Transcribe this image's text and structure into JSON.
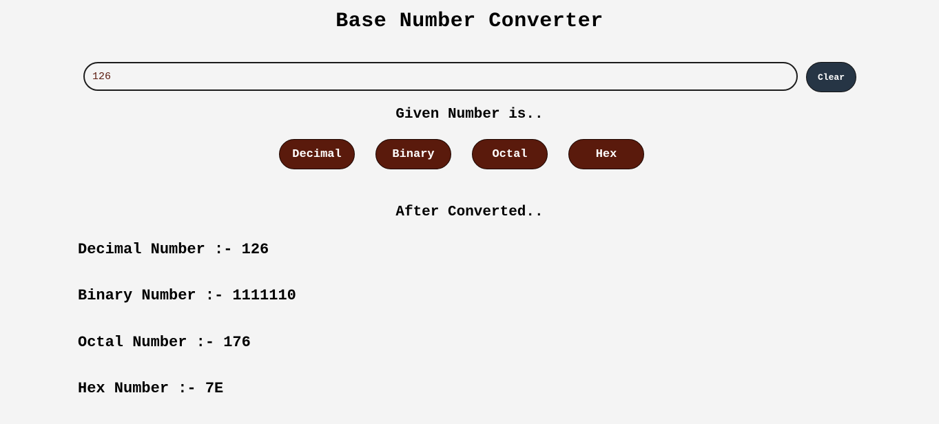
{
  "title": "Base Number Converter",
  "input": {
    "value": "126"
  },
  "clear_label": "Clear",
  "given_label": "Given Number is..",
  "base_buttons": {
    "decimal": "Decimal",
    "binary": "Binary",
    "octal": "Octal",
    "hex": "Hex"
  },
  "after_label": "After Converted..",
  "results": {
    "decimal": "Decimal Number :- 126",
    "binary": "Binary Number :- 1111110",
    "octal": "Octal Number :- 176",
    "hex": "Hex Number :- 7E"
  },
  "colors": {
    "background": "#f4f4f4",
    "base_button": "#5a1a0c",
    "clear_button": "#263545",
    "input_text": "#5a1a0e"
  }
}
